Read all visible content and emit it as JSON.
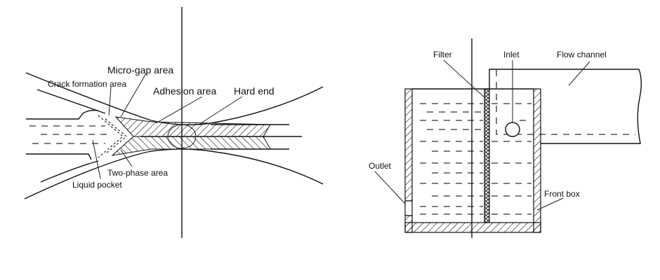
{
  "rolling_diagram": {
    "labels": {
      "micro_gap": "Micro-gap area",
      "crack_formation": "Crack formation area",
      "adhesion": "Adhesion area",
      "hard_end": "Hard end",
      "two_phase": "Two-phase area",
      "liquid_pocket": "Liquid pocket"
    }
  },
  "box_diagram": {
    "labels": {
      "filter": "Filter",
      "inlet": "Inlet",
      "flow_channel": "Flow channel",
      "outlet": "Outlet",
      "front_box": "Front box"
    }
  }
}
